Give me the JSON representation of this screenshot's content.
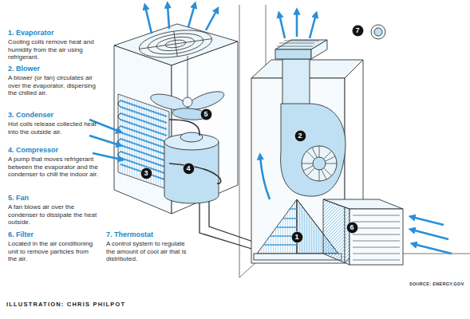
{
  "diagram": {
    "caption": "ILLUSTRATION: CHRIS PHILPOT",
    "nodes": [
      {
        "text": [
          "1"
        ]
      },
      {
        "text": [
          "2"
        ]
      },
      {
        "text": [
          "3"
        ]
      },
      {
        "text": [
          "4"
        ]
      },
      {
        "text": [
          "5"
        ]
      },
      {
        "text": [
          "6"
        ]
      },
      {
        "text": [
          "7"
        ]
      }
    ],
    "labels": [
      "1. Evaporator",
      "Cooling coils remove heat and humidity from the air using refrigerant.",
      "2. Blower",
      "A blower (or fan) circulates air over the evaporator, dispersing the chilled air.",
      "3. Condenser",
      "Hot coils release collected heat into the outside air.",
      "4. Compressor",
      "A pump that moves refrigerant between the evaporator and the condenser to chill the indoor air.",
      "5. Fan",
      "A fan blows air over the condenser to dissipate the heat outside.",
      "6. Filter",
      "Located in the air conditioning unit to remove particles from the air.",
      "7. Thermostat",
      "A control system to regulate the amount of cool air that is distributed.",
      "SOURCE: ENERGY.GOV"
    ]
  }
}
